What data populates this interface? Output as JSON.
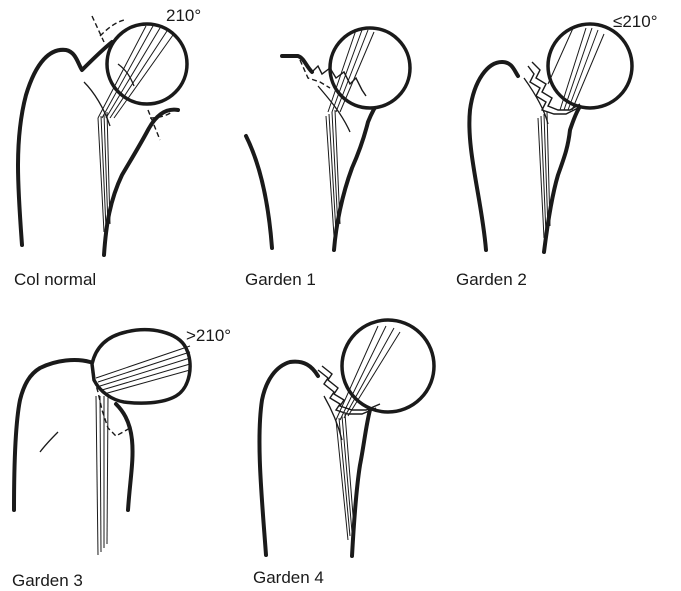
{
  "panels": [
    {
      "id": "col-normal",
      "label": "Col normal",
      "angle": "210°"
    },
    {
      "id": "garden-1",
      "label": "Garden 1",
      "angle": ""
    },
    {
      "id": "garden-2",
      "label": "Garden 2",
      "angle": "≤210°"
    },
    {
      "id": "garden-3",
      "label": "Garden 3",
      "angle": ">210°"
    },
    {
      "id": "garden-4",
      "label": "Garden 4",
      "angle": ""
    }
  ],
  "colors": {
    "ink": "#1a1a1a",
    "background": "#ffffff"
  }
}
